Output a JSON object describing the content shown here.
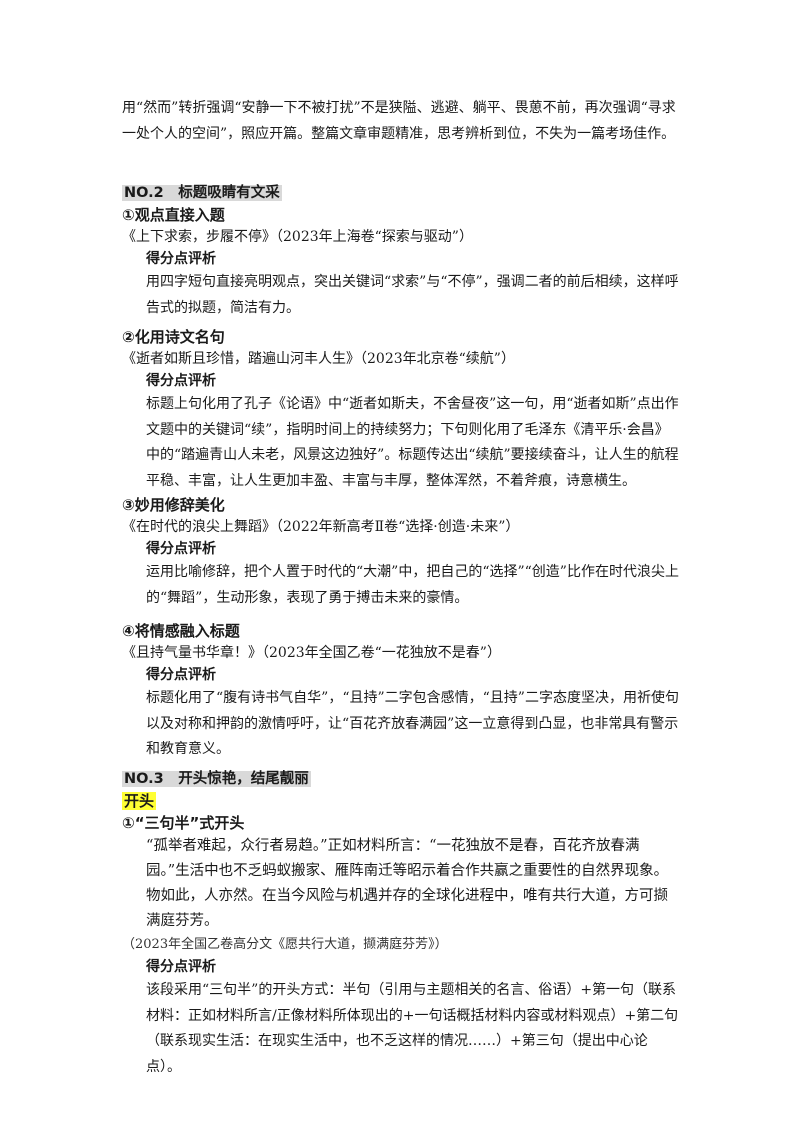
{
  "intro_paragraph": "用“然而”转折强调“安静一下不被打扰”不是狭隘、逃避、躺平、畏葸不前，再次强调“寻求一处个人的空间”，照应开篇。整篇文章审题精准，思考辨析到位，不失为一篇考场佳作。",
  "section2": {
    "heading": "NO.2　标题吸睛有文采",
    "items": [
      {
        "subheading": "①观点直接入题",
        "title": "《上下求索，步履不停》（2023年上海卷“探索与驱动”）",
        "label": "得分点评析",
        "analysis": "用四字短句直接亮明观点，突出关键词“求索”与“不停”，强调二者的前后相续，这样呼告式的拟题，简洁有力。"
      },
      {
        "subheading": "②化用诗文名句",
        "title": "《逝者如斯且珍惜，踏遍山河丰人生》（2023年北京卷“续航”）",
        "label": "得分点评析",
        "analysis": "标题上句化用了孔子《论语》中“逝者如斯夫，不舍昼夜”这一句，用“逝者如斯”点出作文题中的关键词“续”，指明时间上的持续努力；下句则化用了毛泽东《清平乐·会昌》中的“踏遍青山人未老，风景这边独好”。标题传达出“续航”要接续奋斗，让人生的航程平稳、丰富，让人生更加丰盈、丰富与丰厚，整体浑然，不着斧痕，诗意横生。"
      },
      {
        "subheading": "③妙用修辞美化",
        "title": "《在时代的浪尖上舞蹈》（2022年新高考Ⅱ卷“选择·创造·未来”）",
        "label": "得分点评析",
        "analysis": "运用比喻修辞，把个人置于时代的“大潮”中，把自己的“选择”“创造”比作在时代浪尖上的“舞蹈”，生动形象，表现了勇于搏击未来的豪情。"
      },
      {
        "subheading": "④将情感融入标题",
        "title": "《且持气量书华章！》（2023年全国乙卷“一花独放不是春”）",
        "label": "得分点评析",
        "analysis": "标题化用了“腹有诗书气自华”，“且持”二字包含感情，“且持”二字态度坚决，用祈使句以及对称和押韵的激情呼吁，让“百花齐放春满园”这一立意得到凸显，也非常具有警示和教育意义。"
      }
    ]
  },
  "section3": {
    "heading": "NO.3　开头惊艳，结尾靓丽",
    "tag": "开头",
    "subheading": "①“三句半”式开头",
    "quote": "“孤举者难起，众行者易趋。”正如材料所言：“一花独放不是春，百花齐放春满园。”生活中也不乏蚂蚁搬家、雁阵南迁等昭示着合作共赢之重要性的自然界现象。物如此，人亦然。在当今风险与机遇并存的全球化进程中，唯有共行大道，方可撷满庭芬芳。",
    "source": "（2023年全国乙卷高分文《愿共行大道，撷满庭芬芳》）",
    "label": "得分点评析",
    "analysis": "该段采用“三句半”的开头方式：半句（引用与主题相关的名言、俗语）+第一句（联系材料：正如材料所言/正像材料所体现出的+一句话概括材料内容或材料观点）+第二句（联系现实生活：在现实生活中，也不乏这样的情况……）+第三句（提出中心论点）。"
  }
}
